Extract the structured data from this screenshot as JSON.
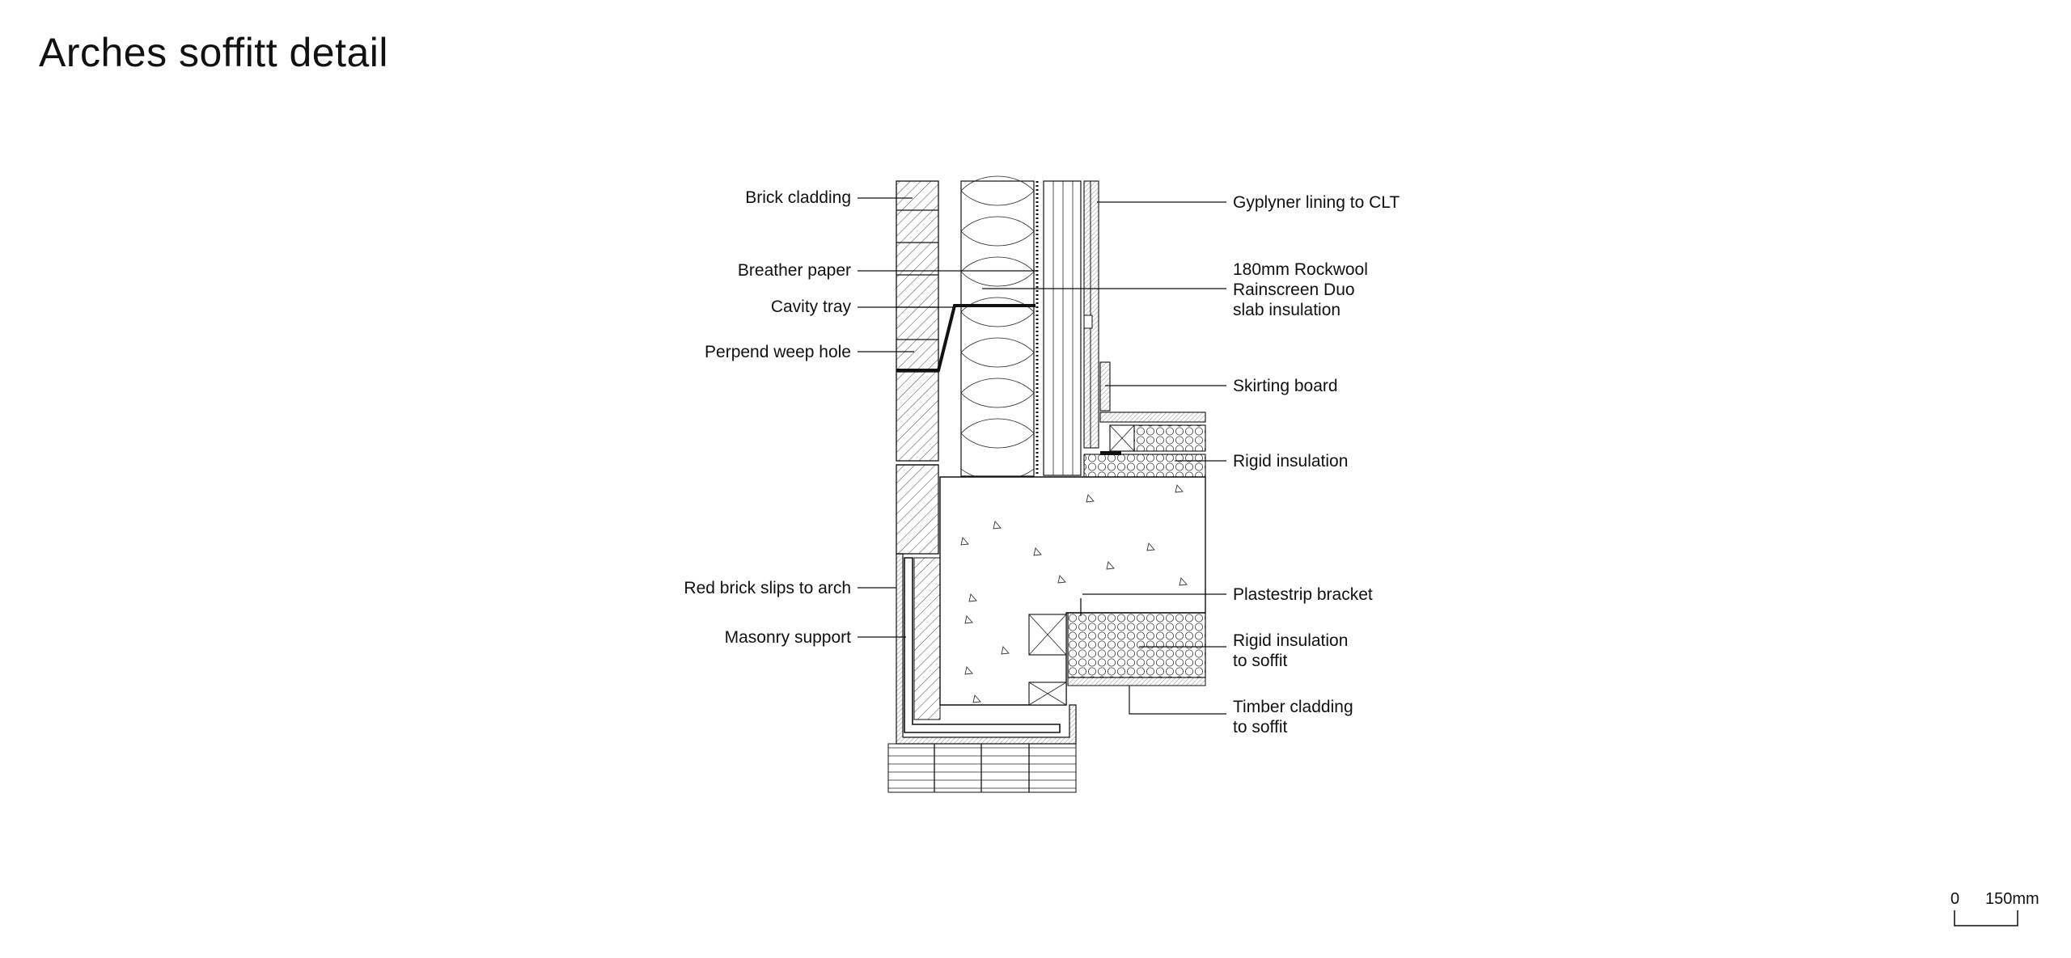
{
  "title": "Arches soffitt detail",
  "labels_left": [
    {
      "key": "brick_cladding",
      "text": "Brick cladding"
    },
    {
      "key": "breather_paper",
      "text": "Breather paper"
    },
    {
      "key": "cavity_tray",
      "text": "Cavity tray"
    },
    {
      "key": "perpend_weep_hole",
      "text": "Perpend weep hole"
    },
    {
      "key": "red_brick_slips",
      "text": "Red brick slips to arch"
    },
    {
      "key": "masonry_support",
      "text": "Masonry support"
    }
  ],
  "labels_right": [
    {
      "key": "gyplyner",
      "lines": [
        "Gyplyner lining to CLT"
      ]
    },
    {
      "key": "rockwool",
      "lines": [
        "180mm Rockwool",
        "Rainscreen Duo",
        "slab insulation"
      ]
    },
    {
      "key": "skirting_board",
      "lines": [
        "Skirting board"
      ]
    },
    {
      "key": "rigid_insulation",
      "lines": [
        "Rigid insulation"
      ]
    },
    {
      "key": "plastestrip_bracket",
      "lines": [
        "Plastestrip bracket"
      ]
    },
    {
      "key": "rigid_insulation_soffit",
      "lines": [
        "Rigid insulation",
        "to soffit"
      ]
    },
    {
      "key": "timber_cladding_soffit",
      "lines": [
        "Timber cladding",
        "to soffit"
      ]
    }
  ],
  "scale_bar": {
    "start": "0",
    "end": "150mm"
  }
}
